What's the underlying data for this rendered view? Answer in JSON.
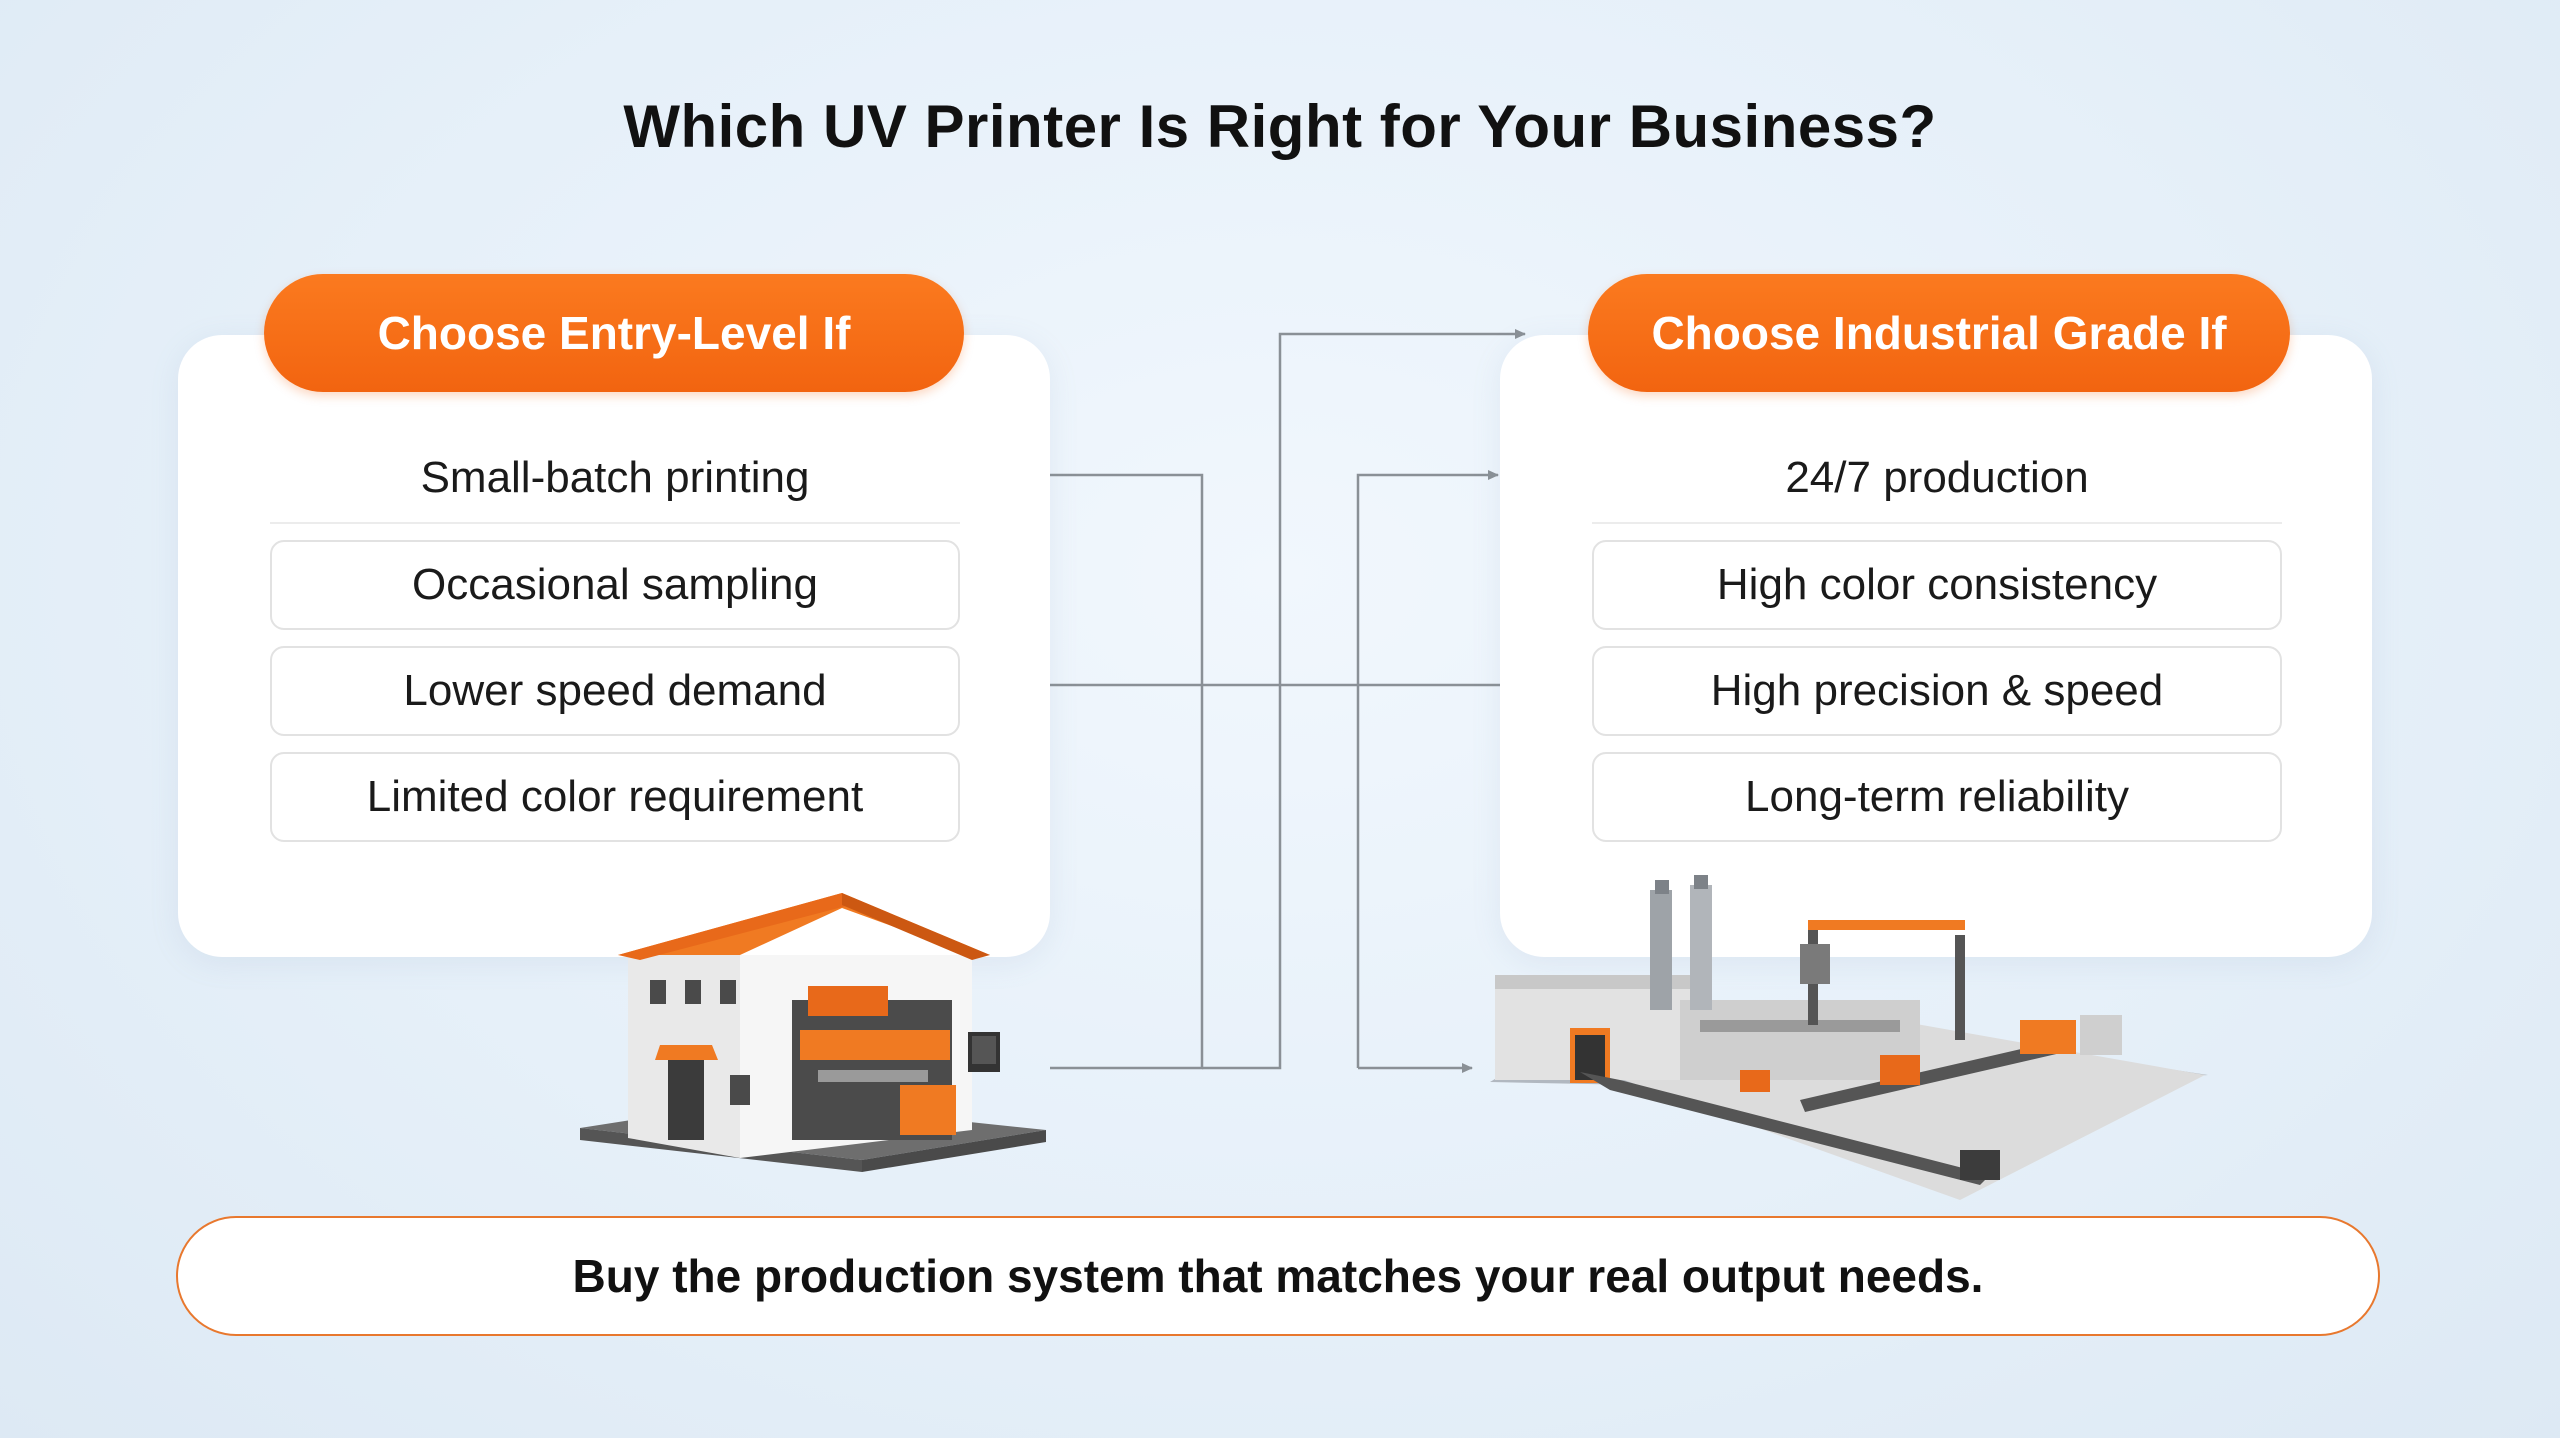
{
  "title": "Which UV Printer Is Right for Your Business?",
  "left": {
    "header": "Choose Entry-Level If",
    "items": [
      "Small-batch printing",
      "Occasional sampling",
      "Lower speed demand",
      "Limited color requirement"
    ]
  },
  "right": {
    "header": "Choose Industrial Grade If",
    "items": [
      "24/7 production",
      "High color consistency",
      "High precision & speed",
      "Long-term reliability"
    ]
  },
  "footer": "Buy the production system that matches your real output needs.",
  "colors": {
    "accent": "#f26410",
    "connector": "#8a9096",
    "panel": "#ffffff",
    "background": "#e6f0f9"
  },
  "icons": [
    "small-workshop-illustration",
    "industrial-factory-illustration"
  ]
}
